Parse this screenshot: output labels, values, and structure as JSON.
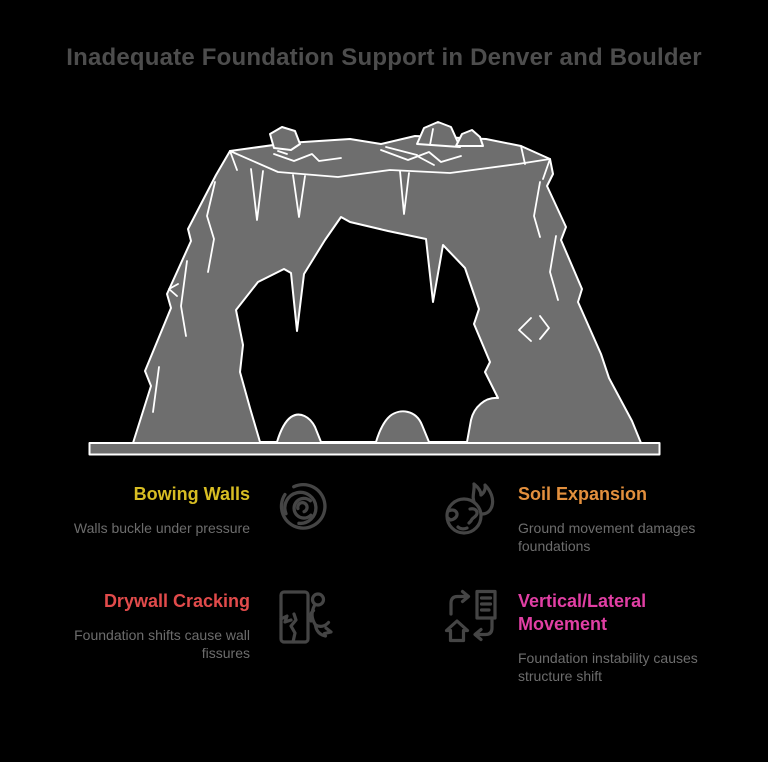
{
  "title": "Inadequate Foundation Support in Denver and Boulder",
  "colors": {
    "background": "#000000",
    "title": "#4d4d4d",
    "body_text": "#6d6d6d",
    "icon_stroke": "#454545",
    "rock_fill": "#6e6e6e",
    "rock_outline": "#ffffff"
  },
  "illustration": {
    "name": "rock-arch-with-ground-line"
  },
  "sections": [
    {
      "heading": "Bowing Walls",
      "description": "Walls buckle under pressure",
      "color": "#d7bd23",
      "icon": "spiral-pressure-icon"
    },
    {
      "heading": "Soil Expansion",
      "description": "Ground movement damages foundations",
      "color": "#e28f3d",
      "icon": "burning-globe-icon"
    },
    {
      "heading": "Drywall Cracking",
      "description": "Foundation shifts cause wall fissures",
      "color": "#e14b4b",
      "icon": "cracked-wall-person-icon"
    },
    {
      "heading": "Vertical/Lateral Movement",
      "description": "Foundation instability causes structure shift",
      "color": "#e13fa4",
      "icon": "house-building-cycle-icon"
    }
  ]
}
